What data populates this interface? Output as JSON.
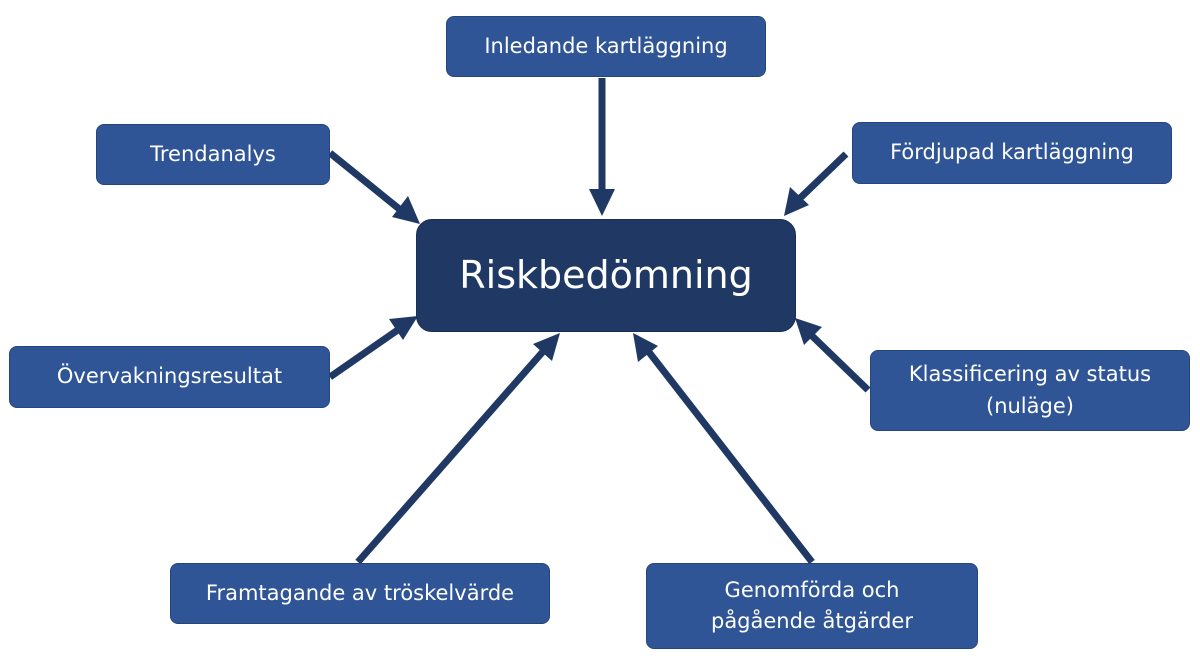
{
  "diagram": {
    "center": "Riskbedömning",
    "nodes": {
      "inledande": "Inledande kartläggning",
      "trendanalys": "Trendanalys",
      "fordjupad": "Fördjupad kartläggning",
      "overvakning": "Övervakningsresultat",
      "klassificering": "Klassificering av status\n(nuläge)",
      "framtagande": "Framtagande av tröskelvärde",
      "genomforda": "Genomförda och\npågående åtgärder"
    },
    "colors": {
      "node_fill": "#2f5597",
      "center_fill": "#203864",
      "arrow": "#203864",
      "text": "#ffffff"
    }
  }
}
